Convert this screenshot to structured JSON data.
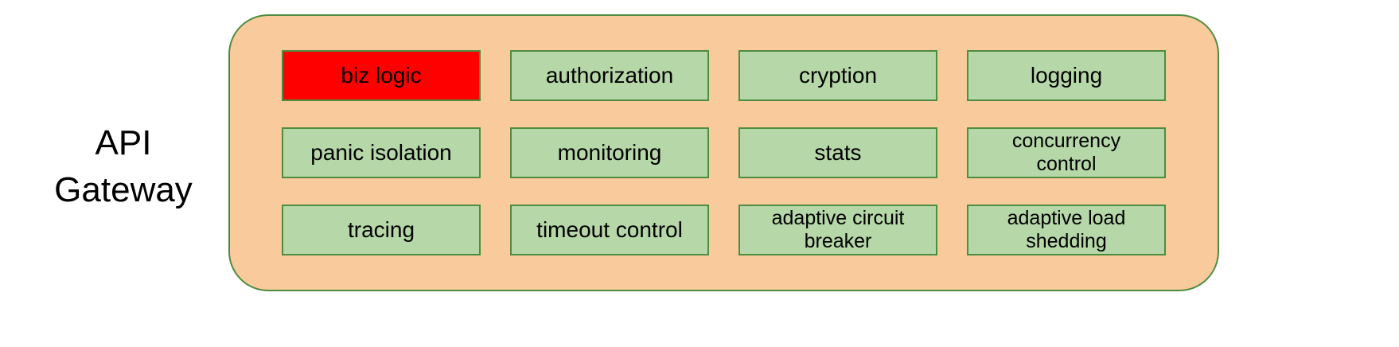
{
  "title": {
    "label": "API Gateway"
  },
  "gateway": {
    "cells": [
      {
        "label": "biz logic"
      },
      {
        "label": "authorization"
      },
      {
        "label": "cryption"
      },
      {
        "label": "logging"
      },
      {
        "label": "panic isolation"
      },
      {
        "label": "monitoring"
      },
      {
        "label": "stats"
      },
      {
        "label": "concurrency\ncontrol"
      },
      {
        "label": "tracing"
      },
      {
        "label": "timeout control"
      },
      {
        "label": "adaptive circuit\nbreaker"
      },
      {
        "label": "adaptive load\nshedding"
      }
    ]
  },
  "colors": {
    "background": "#FFFFFF",
    "container_fill": "#F9CB9C",
    "container_border": "#4E8C40",
    "cell_fill": "#B6D7A8",
    "cell_border": "#4E8C40",
    "highlight_fill": "#FF0000",
    "text_color": "#000000"
  }
}
